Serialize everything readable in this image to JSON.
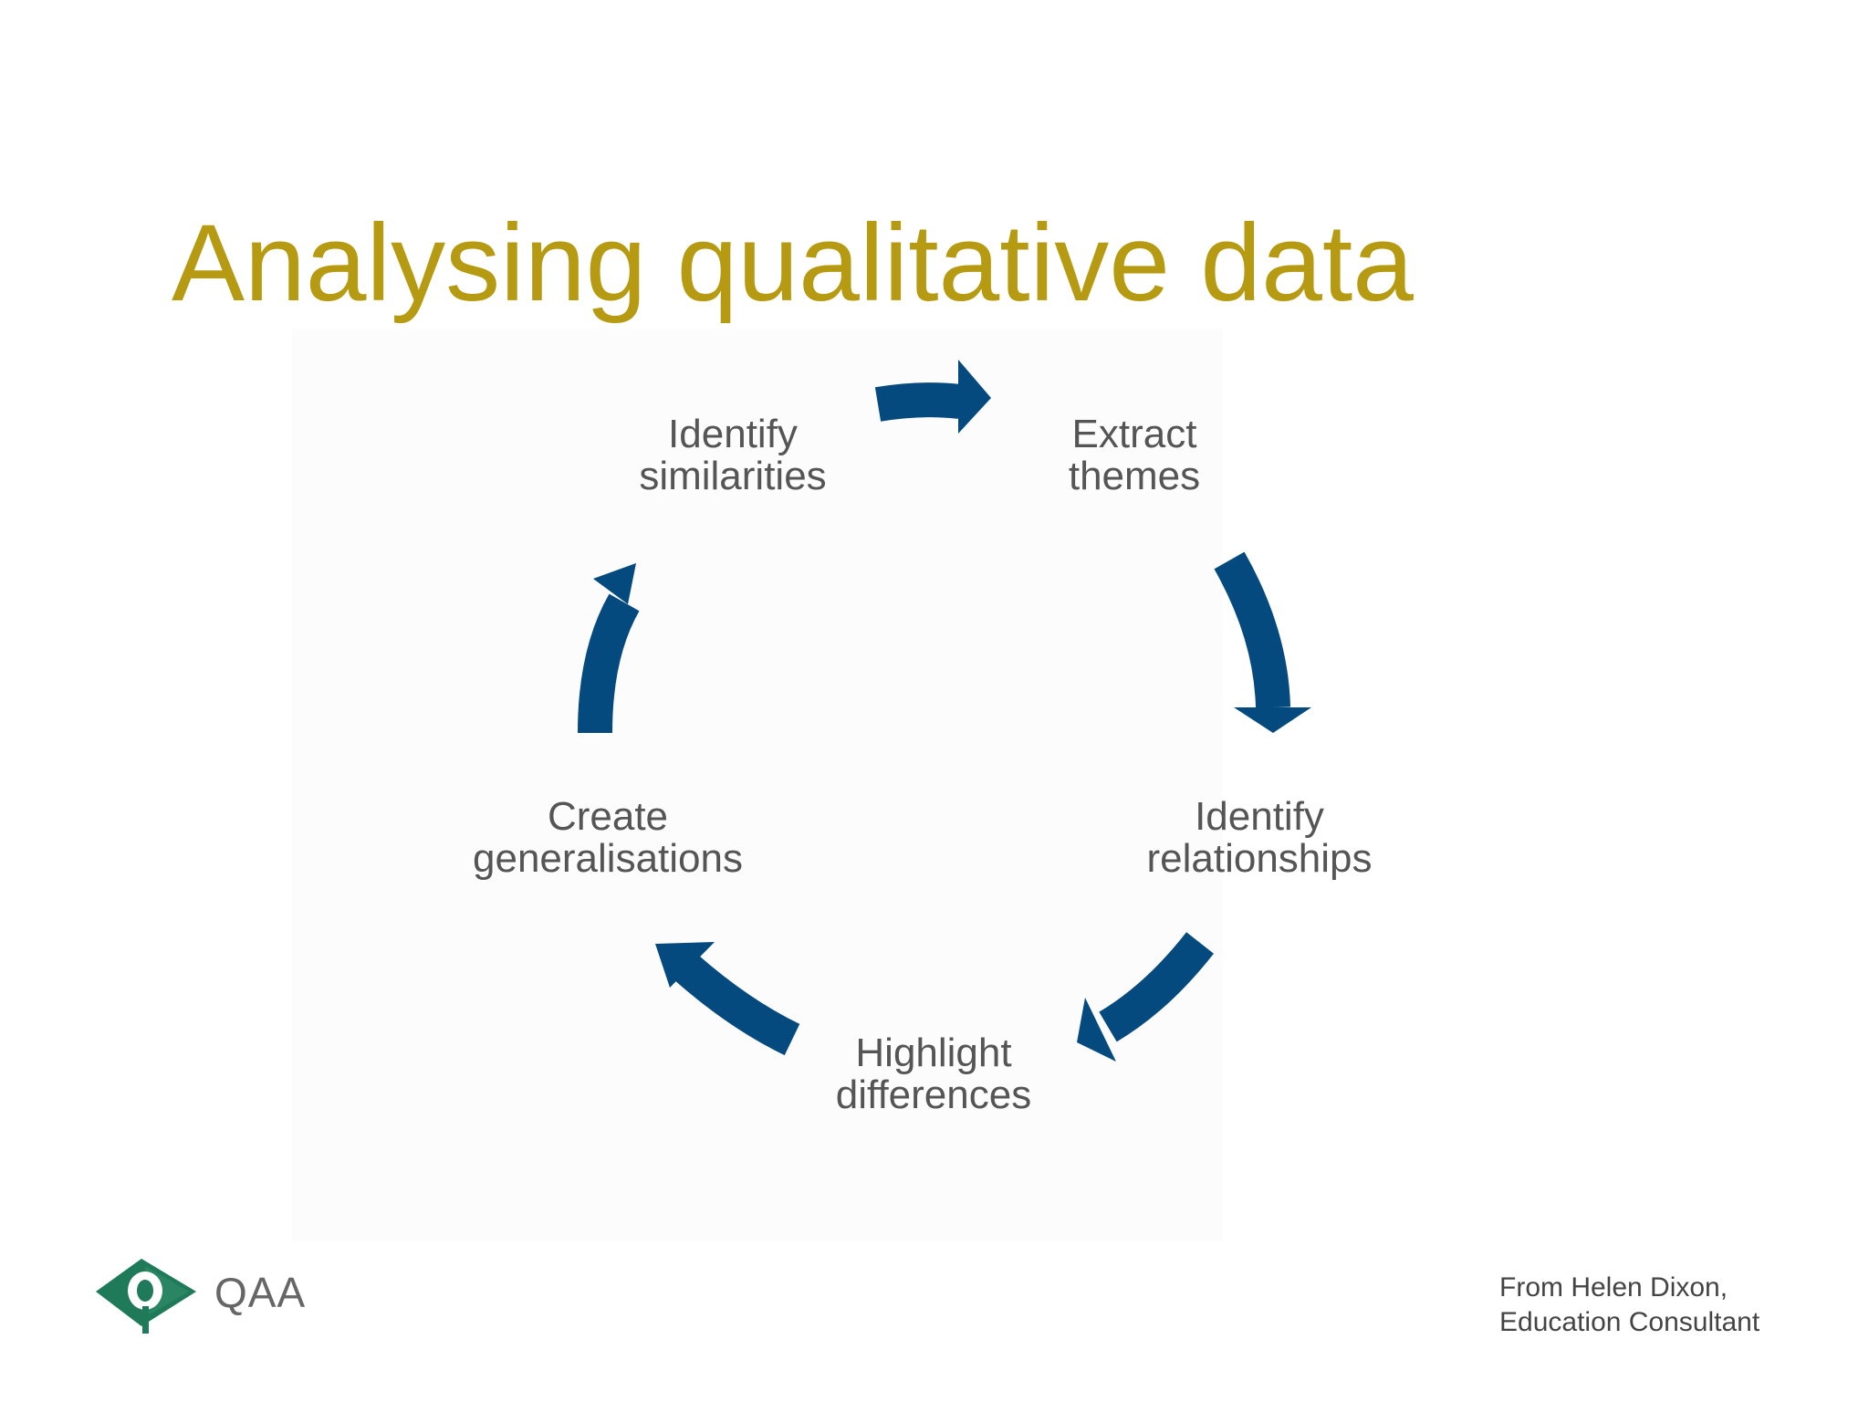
{
  "title": "Analysing qualitative data",
  "colors": {
    "title": "#b59a12",
    "arrow": "#054a7e",
    "node_text": "#555555",
    "logo_green": "#1f7a5a"
  },
  "cycle": {
    "nodes": [
      {
        "line1": "Identify",
        "line2": "similarities"
      },
      {
        "line1": "Extract",
        "line2": "themes"
      },
      {
        "line1": "Identify",
        "line2": "relationships"
      },
      {
        "line1": "Highlight",
        "line2": "differences"
      },
      {
        "line1": "Create",
        "line2": "generalisations"
      }
    ],
    "flow": [
      {
        "from": "Identify similarities",
        "to": "Extract themes"
      },
      {
        "from": "Extract themes",
        "to": "Identify relationships"
      },
      {
        "from": "Identify relationships",
        "to": "Highlight differences"
      },
      {
        "from": "Highlight differences",
        "to": "Create generalisations"
      },
      {
        "from": "Create generalisations",
        "to": "Identify similarities"
      }
    ]
  },
  "logo": {
    "text": "QAA",
    "icon": "qaa-diamond-logo"
  },
  "credit": {
    "line1": "From Helen Dixon,",
    "line2": "Education Consultant"
  }
}
